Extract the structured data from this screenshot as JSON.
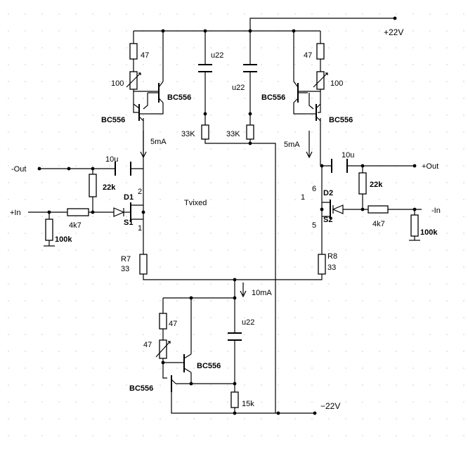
{
  "labels": {
    "supply_pos": "+22V",
    "supply_neg": "−22V",
    "out_neg": "-Out",
    "out_pos": "+Out",
    "in_pos": "+In",
    "in_neg": "-In",
    "center": "Tvixed",
    "current_left": "5mA",
    "current_right": "5mA",
    "current_bottom": "10mA",
    "r47_tl": "47",
    "r47_tr": "47",
    "r47_b": "47",
    "r47_b2": "47",
    "r100_l": "100",
    "r100_r": "100",
    "u22_l": "u22",
    "u22_r": "u22",
    "u22_b": "u22",
    "q_l_top": "BC556",
    "q_l_main": "BC556",
    "q_r_top": "BC556",
    "q_r_main": "BC556",
    "q_b_top": "BC556",
    "q_b_main": "BC556",
    "r33k_l": "33K",
    "r33k_r": "33K",
    "c10u_l": "10u",
    "c10u_r": "10u",
    "r22k_l": "22k",
    "r22k_r": "22k",
    "r4k7_l": "4k7",
    "r4k7_r": "4k7",
    "r100k_l": "100k",
    "r100k_r": "100k",
    "d1": "D1",
    "s1": "S1",
    "d2": "D2",
    "s2": "S2",
    "pin2": "2",
    "pin1a": "1",
    "pin1b": "1",
    "pin6": "6",
    "pin5": "5",
    "r7": "R7",
    "r7v": "33",
    "r8": "R8",
    "r8v": "33",
    "r15k": "15k"
  }
}
